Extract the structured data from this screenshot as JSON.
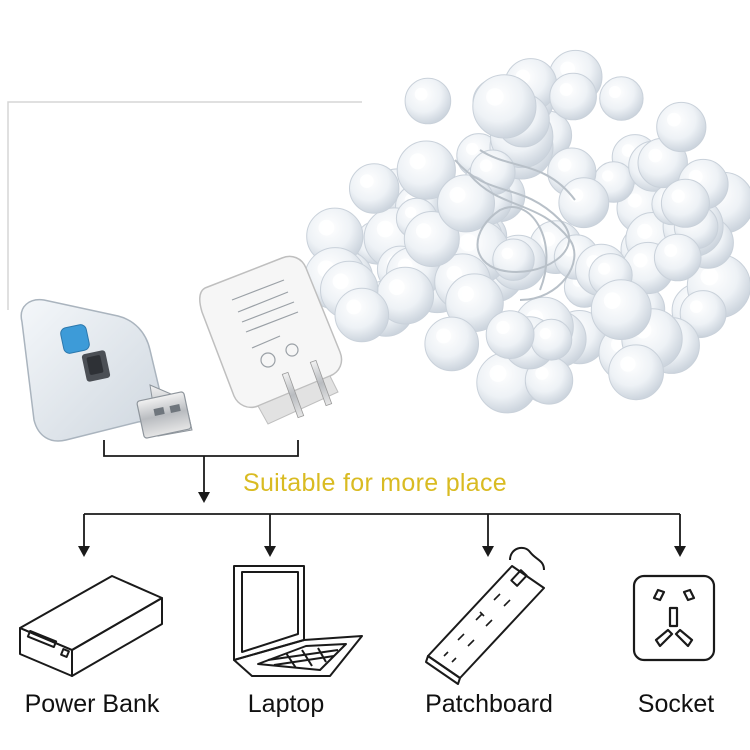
{
  "headline": "Suitable for more place",
  "colors": {
    "headline": "#d9bb22",
    "line": "#1a1a1a",
    "bulb": "#e9eef3",
    "bulb_edge": "#c9d1da",
    "usb_button": "#3d9bd8"
  },
  "devices": [
    {
      "id": "power-bank",
      "label": "Power Bank",
      "icon": "power-bank-icon"
    },
    {
      "id": "laptop",
      "label": "Laptop",
      "icon": "laptop-icon"
    },
    {
      "id": "patchboard",
      "label": "Patchboard",
      "icon": "power-strip-icon"
    },
    {
      "id": "socket",
      "label": "Socket",
      "icon": "wall-socket-icon"
    }
  ]
}
